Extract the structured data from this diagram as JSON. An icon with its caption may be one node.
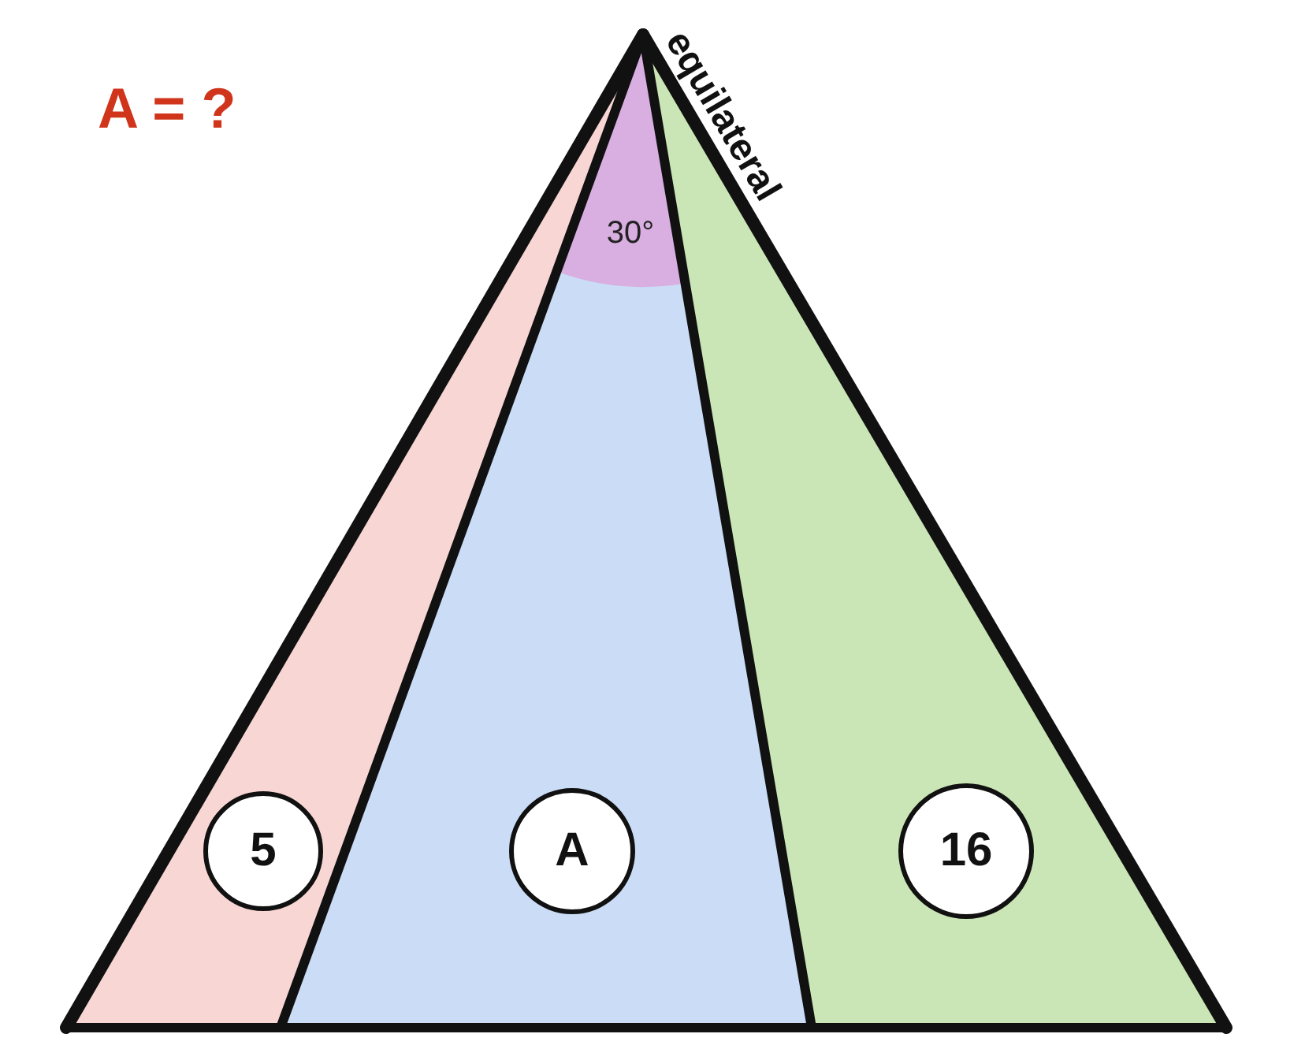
{
  "diagram": {
    "nodes": [
      {
        "text": [
          "30°"
        ]
      },
      {
        "text": [
          "5"
        ]
      },
      {
        "text": [
          "A"
        ]
      },
      {
        "text": [
          "16"
        ]
      }
    ],
    "labels": [
      "A = ?",
      "equilateral"
    ]
  }
}
